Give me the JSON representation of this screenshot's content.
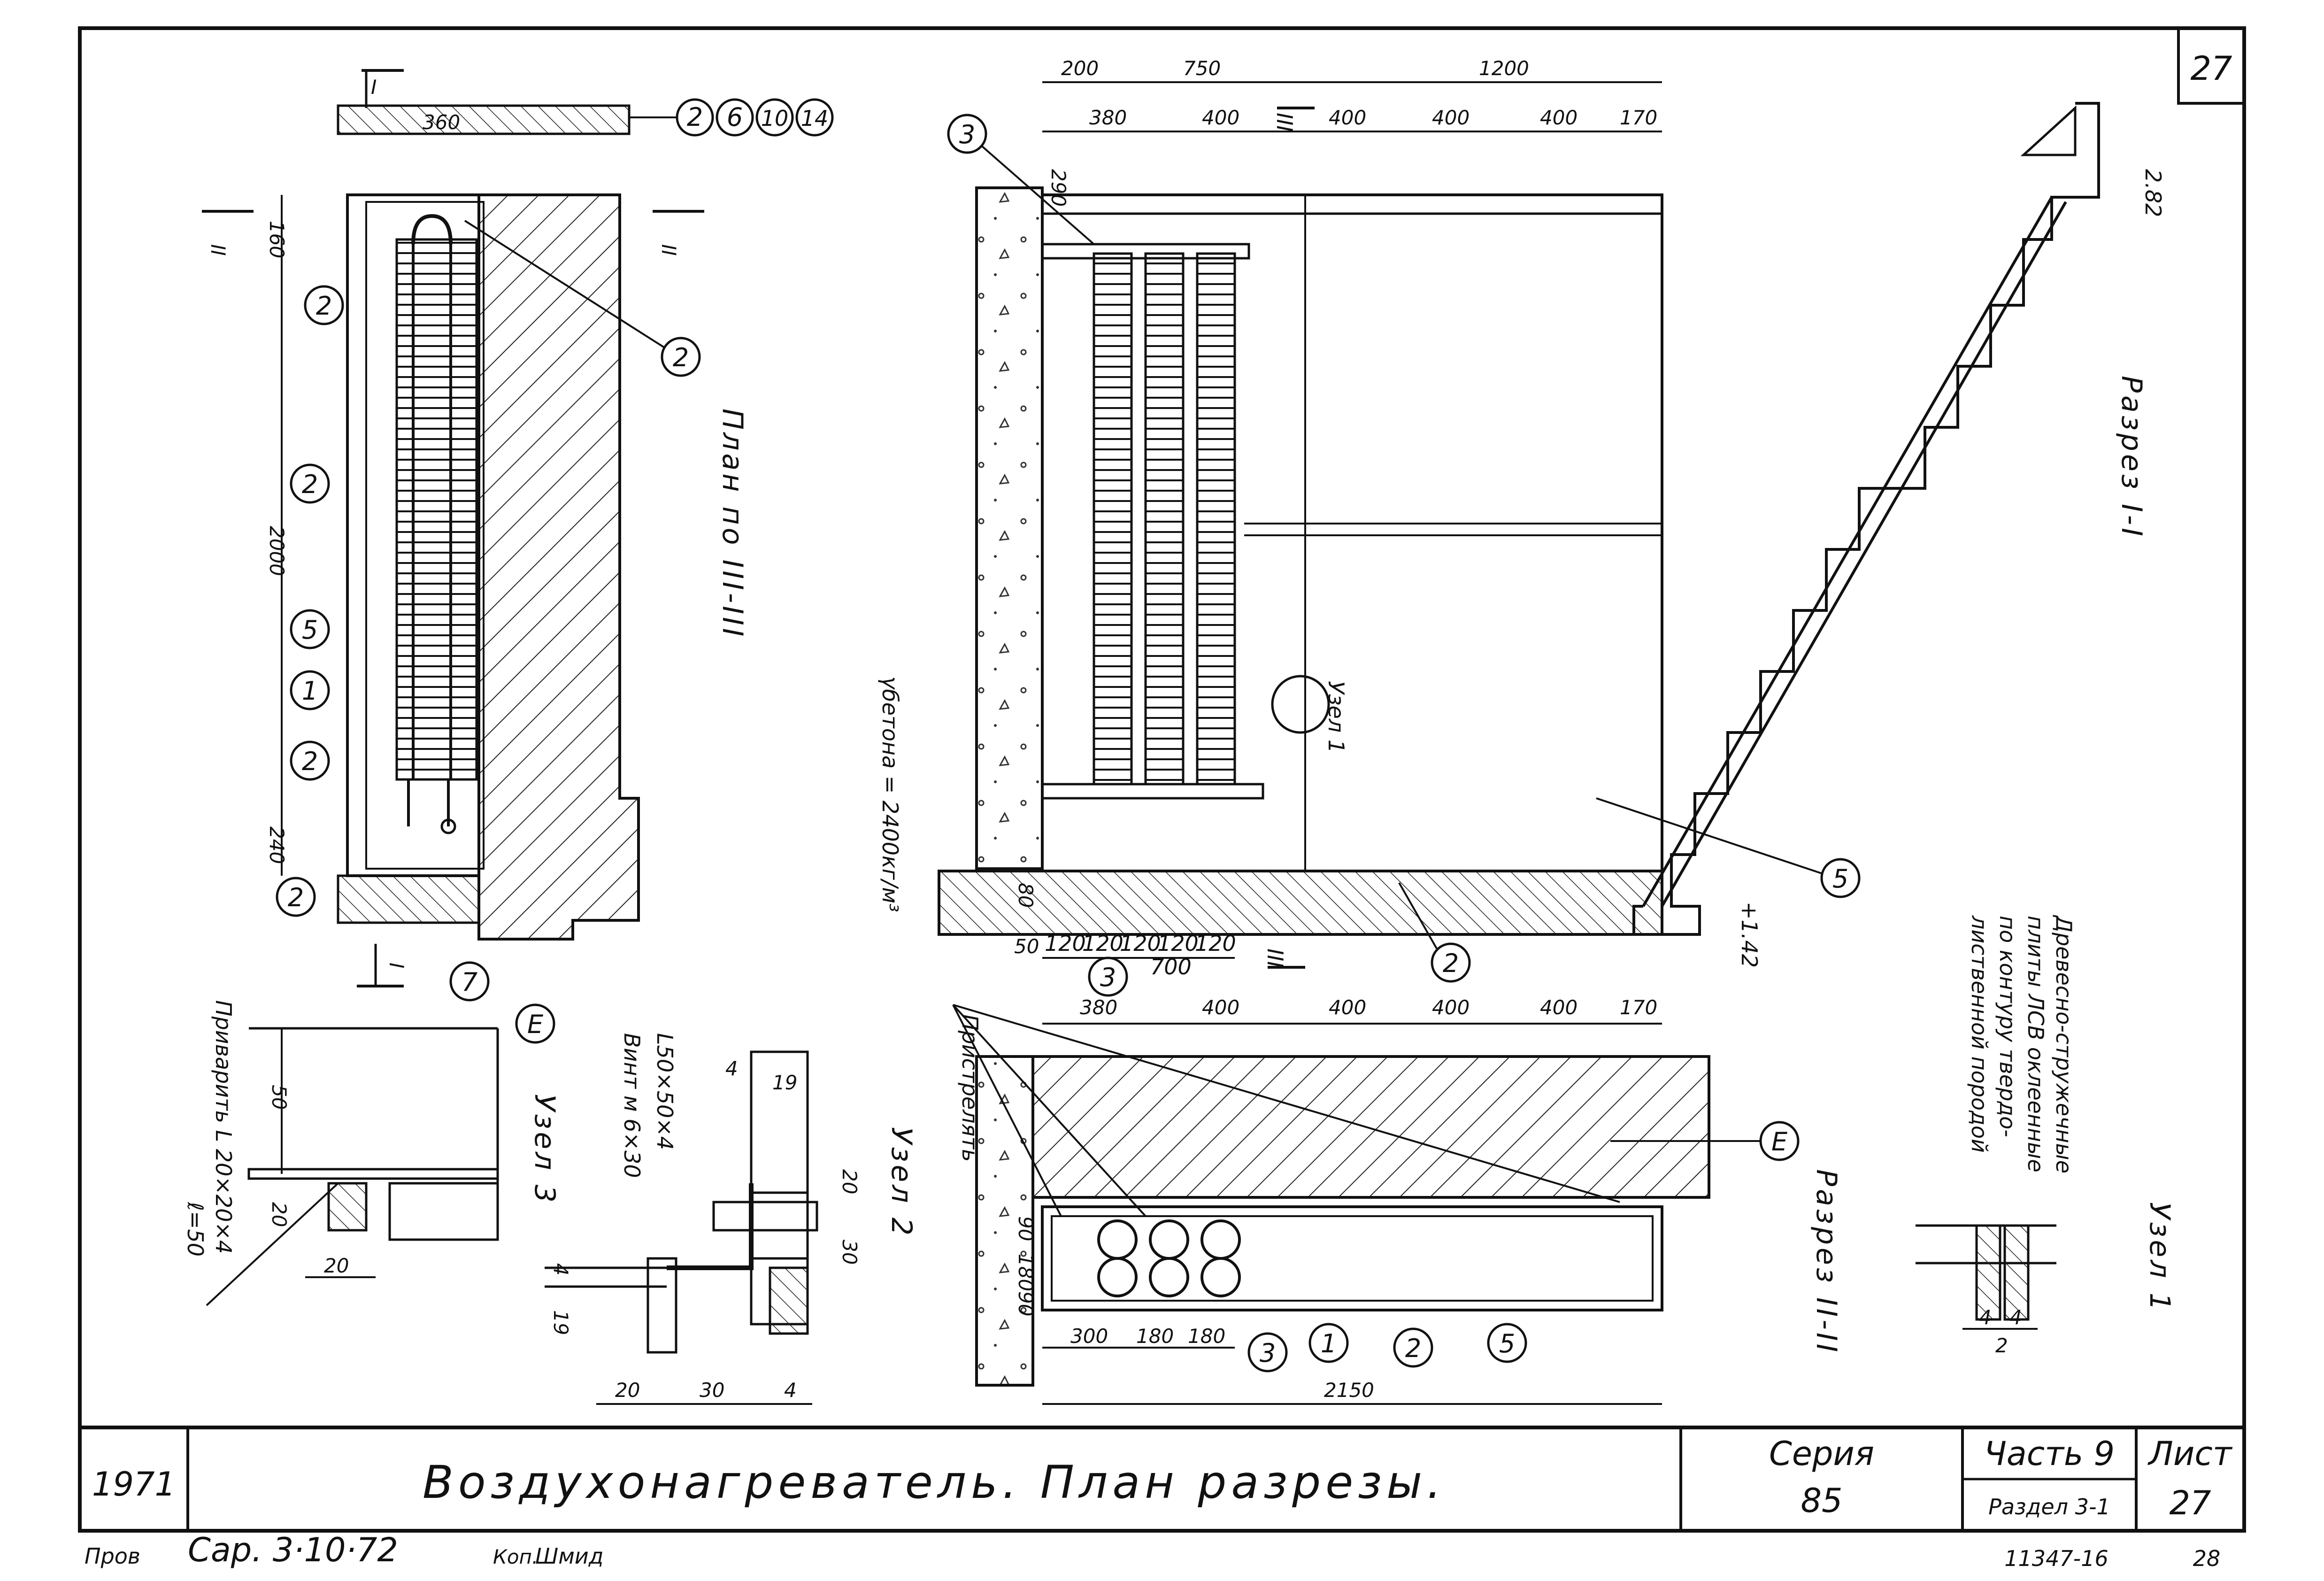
{
  "sheet": {
    "corner_number": "27"
  },
  "views": {
    "plan_label": "План по III-III",
    "section_1_label": "Разрез I-I",
    "section_2_label": "Разрез II-II",
    "node_1_label": "Узел 1",
    "node_2_label": "Узел 2",
    "node_3_label": "Узел 3",
    "node_1_callout": "Узел 1"
  },
  "notes": {
    "concrete_density": "γбетона = 2400кг/м³",
    "board_note_1": "Древесно-стружечные",
    "board_note_2": "плиты ЛСВ оклеенные",
    "board_note_3": "по контуру твердо-",
    "board_note_4": "лиственной породой",
    "weld_note_1": "Приварить L 20×20×4",
    "weld_note_2": "ℓ=50",
    "shot_note": "Пристрелять",
    "screw_note": "Винт м 6×30",
    "angle_note": "L50×50×4",
    "ref_E_top": "E",
    "ref_E_bottom": "E"
  },
  "markers": {
    "m2": "2",
    "m6": "6",
    "m10": "10",
    "m14": "14",
    "m1": "1",
    "m3": "3",
    "m5": "5",
    "m7": "7",
    "cut_1": "I",
    "cut_2": "II",
    "cut_3": "III"
  },
  "dimensions": {
    "top_200": "200",
    "top_750": "750",
    "top_1200": "1200",
    "top_380": "380",
    "top_400a": "400",
    "top_400b": "400",
    "top_400c": "400",
    "top_400d": "400",
    "top_170": "170",
    "plan_360": "360",
    "plan_160": "160",
    "plan_2000": "2000",
    "plan_240": "240",
    "sec_290": "290",
    "sec_80": "80",
    "sec_50": "50",
    "sec_120a": "120",
    "sec_120b": "120",
    "sec_120c": "120",
    "sec_120d": "120",
    "sec_120e": "120",
    "sec_700": "700",
    "elev_282": "2.82",
    "elev_142": "+1.42",
    "ii_380": "380",
    "ii_400a": "400",
    "ii_400b": "400",
    "ii_400c": "400",
    "ii_400d": "400",
    "ii_170": "170",
    "ii_90a": "90",
    "ii_180": "180",
    "ii_90b": "90",
    "ii_300": "300",
    "ii_180a": "180",
    "ii_180b": "180",
    "ii_2150": "2150",
    "n3_50": "50",
    "n3_20a": "20",
    "n3_20b": "20",
    "n2_4a": "4",
    "n2_19a": "19",
    "n2_20": "20",
    "n2_30": "30",
    "n2_4b": "4",
    "n2_19b": "19",
    "n2_20b": "20",
    "n2_30b": "30",
    "n2_4c": "4",
    "n1_4a": "4",
    "n1_4b": "4",
    "n1_2": "2"
  },
  "title_block": {
    "year": "1971",
    "title": "Воздухонагреватель. План разрезы.",
    "series_label": "Серия",
    "series_value": "85",
    "part_label": "Часть 9",
    "section_label": "Раздел 3-1",
    "sheet_label": "Лист",
    "sheet_value": "27",
    "checked_label": "Пров",
    "checked_sign": "Сар. 3·10·72",
    "copy_label": "Коп.",
    "copy_sign": "Шмид",
    "doc_number": "11347-16",
    "page_number": "28"
  }
}
